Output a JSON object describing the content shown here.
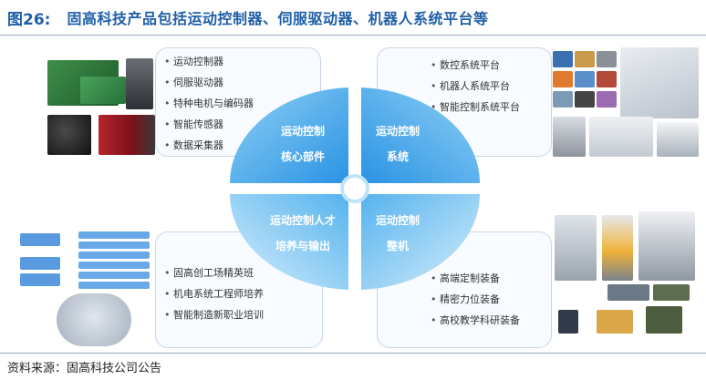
{
  "header": {
    "figure_number": "图26:",
    "title": "固高科技产品包括运动控制器、伺服驱动器、机器人系统平台等"
  },
  "quadrants": {
    "top_left": {
      "line1": "运动控制",
      "line2": "核心部件"
    },
    "top_right": {
      "line1": "运动控制",
      "line2": "系统"
    },
    "bottom_left": {
      "line1": "运动控制人才",
      "line2": "培养与输出"
    },
    "bottom_right": {
      "line1": "运动控制",
      "line2": "整机"
    }
  },
  "lists": {
    "core_components": [
      "运动控制器",
      "伺服驱动器",
      "特种电机与编码器",
      "智能传感器",
      "数据采集器"
    ],
    "systems": [
      "数控系统平台",
      "机器人系统平台",
      "智能控制系统平台"
    ],
    "talent": [
      "固高创工场精英班",
      "机电系统工程师培养",
      "智能制造新职业培训"
    ],
    "machines": [
      "高端定制装备",
      "精密力位装备",
      "高校教学科研装备"
    ]
  },
  "colors": {
    "title_blue": "#1f5fa8",
    "quad_light": "#6fc3f0",
    "quad_dark": "#1f8fe0"
  },
  "source": "资料来源：固高科技公司公告"
}
